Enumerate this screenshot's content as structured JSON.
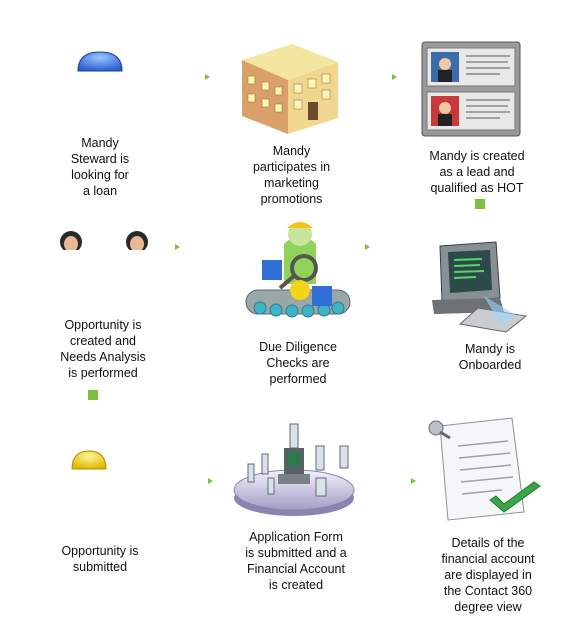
{
  "steps": [
    {
      "label_lines": [
        "Mandy",
        "Steward is",
        "looking for",
        "a loan"
      ],
      "icon": "blue-dot-icon"
    },
    {
      "label_lines": [
        "Mandy",
        "participates in",
        "marketing",
        "promotions"
      ],
      "icon": "building-icon"
    },
    {
      "label_lines": [
        "Mandy is created",
        "as a lead and",
        "qualified as HOT"
      ],
      "icon": "contact-cards-icon"
    },
    {
      "label_lines": [
        "Opportunity is",
        "created and",
        "Needs Analysis",
        "is performed"
      ],
      "icon": "people-icon"
    },
    {
      "label_lines": [
        "Due Diligence",
        "Checks are",
        "performed"
      ],
      "icon": "inspection-worker-icon"
    },
    {
      "label_lines": [
        "Mandy is",
        "Onboarded"
      ],
      "icon": "computer-terminal-icon"
    },
    {
      "label_lines": [
        "Opportunity is",
        "submitted"
      ],
      "icon": "yellow-dot-icon"
    },
    {
      "label_lines": [
        "Application Form",
        "is submitted and a",
        "Financial Account",
        "is created"
      ],
      "icon": "data-platform-icon"
    },
    {
      "label_lines": [
        "Details of the",
        "financial account",
        "are displayed in",
        "the Contact 360",
        "degree view"
      ],
      "icon": "document-check-icon"
    }
  ],
  "colors": {
    "connector": "#7fbf3f",
    "blue_dot": "#4a86e8",
    "yellow_dot": "#f5d31a"
  }
}
